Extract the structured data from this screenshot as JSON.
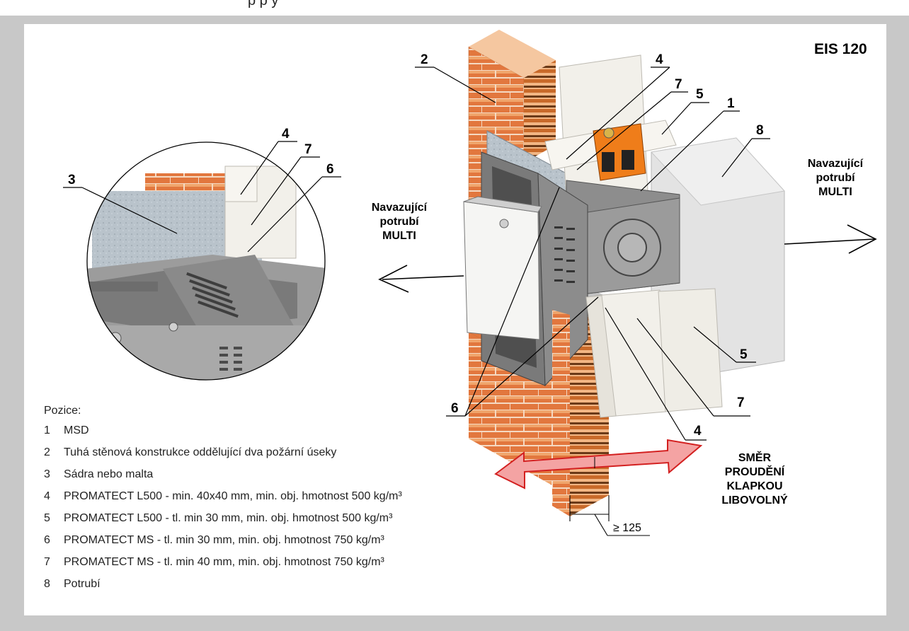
{
  "header": {
    "title_fragment": "p                                                                      p   y"
  },
  "rating_label": "EIS 120",
  "callouts": {
    "n1": "1",
    "n2": "2",
    "n3": "3",
    "n4a": "4",
    "n4b": "4",
    "n4c": "4",
    "n5a": "5",
    "n5b": "5",
    "n6a": "6",
    "n6b": "6",
    "n7a": "7",
    "n7b": "7",
    "n8": "8"
  },
  "duct_left": {
    "line1": "Navazující",
    "line2": "potrubí",
    "line3": "MULTI"
  },
  "duct_right": {
    "line1": "Navazující",
    "line2": "potrubí",
    "line3": "MULTI"
  },
  "flow_direction": {
    "line1": "SMĚR",
    "line2": "PROUDĚNÍ",
    "line3": "KLAPKOU",
    "line4": "LIBOVOLNÝ"
  },
  "dimension": "≥ 125",
  "legend": {
    "heading": "Pozice:",
    "items": [
      {
        "n": "1",
        "text": "MSD"
      },
      {
        "n": "2",
        "text": "Tuhá stěnová konstrukce oddělující dva požární úseky"
      },
      {
        "n": "3",
        "text": "Sádra nebo malta"
      },
      {
        "n": "4",
        "text": "PROMATECT L500 - min. 40x40 mm, min. obj. hmotnost 500 kg/m³"
      },
      {
        "n": "5",
        "text": "PROMATECT L500 - tl. min 30 mm, min. obj. hmotnost 500 kg/m³"
      },
      {
        "n": "6",
        "text": "PROMATECT MS - tl. min 30 mm, min. obj. hmotnost 750 kg/m³"
      },
      {
        "n": "7",
        "text": "PROMATECT MS - tl. min 40 mm, min. obj. hmotnost 750 kg/m³"
      },
      {
        "n": "8",
        "text": "Potrubí"
      }
    ]
  },
  "colors": {
    "brick": "#e2773e",
    "brick_light": "#f2c49a",
    "board": "#f2f0ea",
    "steel": "#8f8f8f",
    "steel_dark": "#5a5a5a",
    "mortar": "#bfc8cf",
    "actuator": "#ef7d1a",
    "arrow_fill": "#f4a3a3",
    "arrow_stroke": "#d32020"
  }
}
